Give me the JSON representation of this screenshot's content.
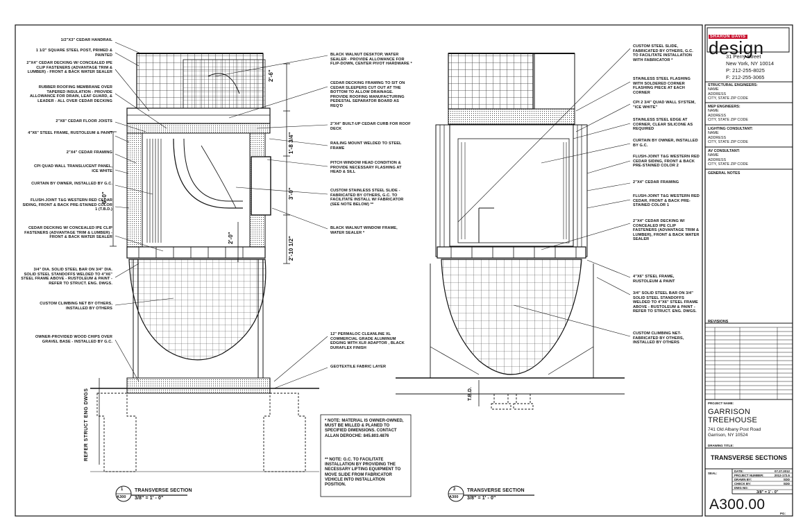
{
  "firm": {
    "brand_top": "SHARON DAVIS",
    "brand_main": "design",
    "address": [
      "31 Perry Street",
      "New York, NY 10014",
      "P: 212-255-8025",
      "F: 212-255-3065"
    ]
  },
  "consultants": [
    {
      "title": "STRUCTURAL ENGINEERS:",
      "lines": [
        "NAME",
        "ADDRESS",
        "CITY, STATE ZIP CODE"
      ]
    },
    {
      "title": "MEP ENGINEERS:",
      "lines": [
        "NAME",
        "ADDRESS",
        "CITY, STATE ZIP CODE"
      ]
    },
    {
      "title": "LIGHTING CONSULTANT:",
      "lines": [
        "NAME",
        "ADDRESS",
        "CITY, STATE ZIP CODE"
      ]
    },
    {
      "title": "AV CONSULTANT:",
      "lines": [
        "NAME",
        "ADDRESS",
        "CITY, STATE ZIP CODE"
      ]
    }
  ],
  "general_notes_title": "GENERAL NOTES",
  "revisions_title": "REVISIONS",
  "project": {
    "label": "PROJECT NAME:",
    "name_line1": "GARRISON",
    "name_line2": "TREEHOUSE",
    "addr1": "741 Old Albany Post Road",
    "addr2": "Garrison, NY 10524"
  },
  "drawing_title_label": "DRAWING TITLE:",
  "drawing_title": "TRANSVERSE SECTIONS",
  "seal_label": "SEAL:",
  "info": {
    "date_label": "DATE:",
    "date": "07.27.2012",
    "project_number_label": "PROJECT NUMBER:",
    "project_number": "2012-172.5",
    "drawn_by_label": "DRAWN BY:",
    "drawn_by": "SDD",
    "check_by_label": "CHECK BY:",
    "check_by": "SDD",
    "dwg_no_label": "DWG NO:",
    "scale": "3/8\" = 1' - 0\""
  },
  "sheet_number": "A300.00",
  "pg_label": "PG:",
  "sections": [
    {
      "num": "1",
      "sheet": "A300",
      "title": "TRANSVERSE SECTION",
      "scale": "3/8\" = 1' - 0\""
    },
    {
      "num": "2",
      "sheet": "A300",
      "title": "TRANSVERSE SECTION",
      "scale": "3/8\" = 1' - 0\""
    }
  ],
  "left_notes": [
    "1/2\"x3\" CEDAR HANDRAIL",
    "1 1/2\" SQUARE STEEL POST, PRIMED & PAINTED",
    "2\"x4\" CEDAR DECKING W/ CONCEALED IPE CLIP FASTENERS (ADVANTAGE TRIM & LUMBER) - FRONT & BACK WATER SEALER",
    "RUBBER ROOFING MEMBRANE OVER TAPERED INSULATION - PROVIDE ALLOWANCE FOR DRAIN, LEAF GUARD, & LEADER - ALL OVER CEDAR DECKING",
    "2\"x8\" CEDAR FLOOR JOISTS",
    "4\"x6\" STEEL FRAME, RUSTOLEUM & PAINT",
    "2\"x4\" CEDAR FRAMING",
    "CPI QUAD WALL TRANSLUCENT PANEL, ICE WHITE",
    "CURTAIN BY OWNER, INSTALLED BY G.C.",
    "FLUSH-JOINT T&G WESTERN RED CEDAR SIDING, FRONT & BACK PRE-STAINED COLOR 1 (T.B.D.)",
    "CEDAR DECKING W/ CONCEALED IPE CLIP FASTENERS (ADVANTAGE TRIM & LUMBER) - FRONT & BACK WATER SEALER",
    "3/4\" DIA. SOLID STEEL BAR ON 3/4\" DIA. SOLID STEEL STANDOFFS WELDED TO 4\"X6\" STEEL FRAME ABOVE - RUSTOLEUM & PAINT - REFER TO STRUCT. ENG. DWGS.",
    "CUSTOM CLIMBING NET BY OTHERS, INSTALLED BY OTHERS",
    "OWNER-PROVIDED WOOD CHIPS OVER GRAVEL BASE - INSTALLED BY G.C."
  ],
  "mid_notes": [
    "BLACK WALNUT DESKTOP, WATER SEALER - PROVIDE ALLOWANCE FOR FLIP-DOWN, CENTER PIVOT HARDWARE *",
    "CEDAR DECKING FRAMING TO SIT ON CEDAR SLEEPERS CUT OUT AT THE BOTTOM TO ALLOW DRAINAGE. PROVIDE ROOFING MANUFACTURING PEDESTAL SEPARATOR BOARD AS REQ'D",
    "2\"x4\" BUILT-UP CEDAR CURB FOR ROOF DECK",
    "RAILING MOUNT WELDED TO STEEL FRAME",
    "PITCH WINDOW HEAD CONDITION & PROVIDE NECESSARY FLASHING AT HEAD & SILL",
    "CUSTOM STAINLESS STEEL SLIDE - FABRICATED BY OTHERS, G.C. TO FACILITATE INSTALL W/ FABRICATOR (SEE NOTE BELOW) **",
    "BLACK WALNUT WINDOW FRAME, WATER SEALER *",
    "12\" PERMALOC CLEANLINE XL COMMERCIAL GRADE ALUMINUM EDGING WITH XLR ADAPTOR , BLACK DURAFLEX FINISH",
    "GEOTEXTILE FABRIC LAYER"
  ],
  "right_notes": [
    "CUSTOM STEEL SLIDE, FABRICATED BY OTHERS, G.C. TO FACILITATE INSTALLATION WITH FABRICATOR *",
    "STAINLESS STEEL FLASHING WITH SOLDERED CORNER FLASHING PIECE AT EACH CORNER",
    "CPI 2 3/4\" QUAD WALL SYSTEM, \"ICE WHITE\"",
    "STAINLESS STEEL EDGE AT CORNER, CLEAR SILICONE AS REQUIRED",
    "CURTAIN BY OWNER, INSTALLED BY G.C.",
    "FLUSH-JOINT T&G WESTERN RED CEDAR SIDING, FRONT & BACK PRE-STAINED COLOR 2",
    "2\"x4\" CEDAR FRAMING",
    "FLUSH-JOINT T&G WESTERN RED CEDAR, FRONT & BACK PRE-STAINED COLOR 1",
    "2\"X4\" CEDAR DECKING W/ CONCEALED IPE CLIP FASTENERS (ADVANTAGE TRIM & LUMBER), FRONT & BACK WATER SEALER",
    "4\"x6\" STEEL FRAME, RUSTOLEUM & PAINT",
    "3/4\" SOLID STEEL BAR ON 3/4\" SOLID STEEL STANDOFFS WELDED TO 4\"x6\" STEEL FRAME ABOVE - RUSTOLEUM & PAINT - REFER TO STRUCT. ENG. DWGS.",
    "CUSTOM CLIMBING NET- FABRICATED BY OTHERS, INSTALLED BY OTHERS"
  ],
  "note_box": [
    "* NOTE: MATERIAL IS OWNER-OWNED, MUST BE MILLED & PLANED TO SPECIFIED DIMENSIONS. CONTACT ALLAN DEROCHE: 845.803.4876",
    "** NOTE: G.C. TO FACILITATE INSTALLATION BY PROVIDING THE NECESSARY LIFTING EQUIPMENT TO MOVE SLIDE FROM FABRICATOR VEHICLE INTO INSTALLATION POSITION."
  ],
  "dimensions": [
    "2'-6\"",
    "1'-8 3/4\"",
    "6'-0\"",
    "3'-0\"",
    "2'-0\"",
    "2'-10 1/2\"",
    "T.B.D."
  ],
  "refer_struct": "REFER STRUCT ENG DWGS",
  "colors": {
    "line": "#111111",
    "brand_red": "#c8102e",
    "hatch": "#555555"
  }
}
